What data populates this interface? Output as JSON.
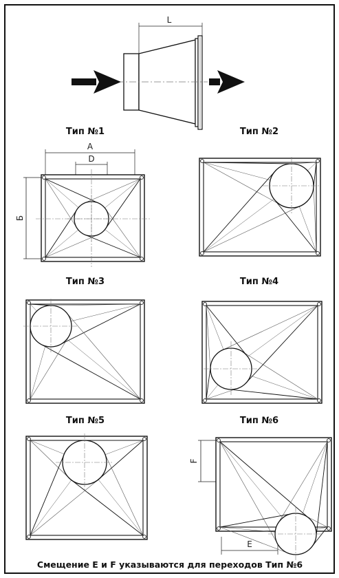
{
  "labels": {
    "type1": "Тип №1",
    "type2": "Тип №2",
    "type3": "Тип №3",
    "type4": "Тип №4",
    "type5": "Тип №5",
    "type6": "Тип №6"
  },
  "dimensions": {
    "L": "L",
    "A": "A",
    "D": "D",
    "B": "Б",
    "E": "E",
    "F": "F"
  },
  "caption": "Смещение E и F указываются для переходов Тип №6",
  "colors": {
    "line": "#111111",
    "thin": "#555555",
    "center": "#777777"
  }
}
